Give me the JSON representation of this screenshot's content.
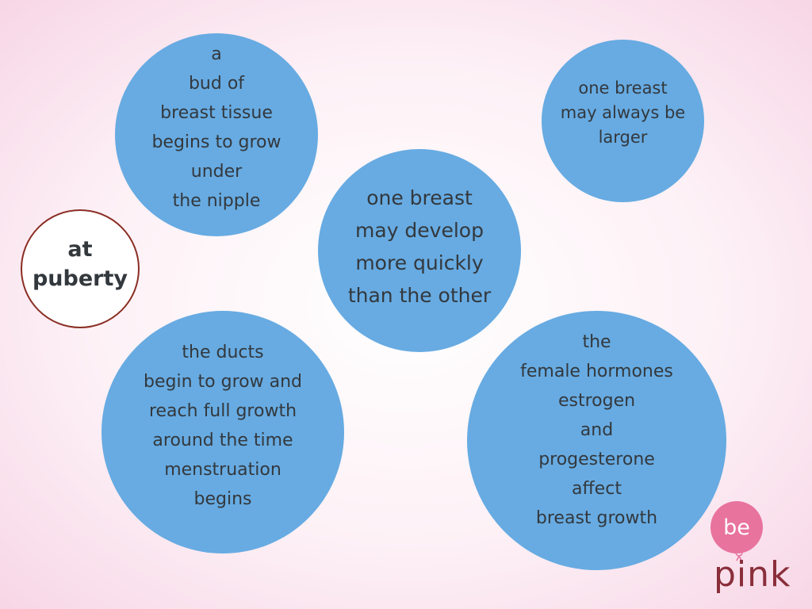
{
  "hub": {
    "lines": [
      "at",
      "puberty"
    ]
  },
  "bubbles": [
    {
      "lines": [
        "a",
        "bud of",
        "breast tissue",
        "begins to grow",
        "under",
        "the nipple"
      ]
    },
    {
      "lines": [
        "one breast",
        "may always be",
        "larger"
      ]
    },
    {
      "lines": [
        "one breast",
        "may develop",
        "more quickly",
        "than the other"
      ]
    },
    {
      "lines": [
        "the ducts",
        "begin to grow and",
        "reach full growth",
        "around the time",
        "menstruation",
        "begins"
      ]
    },
    {
      "lines": [
        "the",
        "female hormones",
        "estrogen",
        "and",
        "progesterone",
        "affect",
        "breast growth"
      ]
    }
  ],
  "logo": {
    "top_word": "be",
    "bottom_word": "pink"
  },
  "colors": {
    "bubble_fill": "#67abe2",
    "hub_border": "#8a2e24",
    "logo_circle": "#e8739d",
    "logo_text": "#8a2e3a"
  }
}
